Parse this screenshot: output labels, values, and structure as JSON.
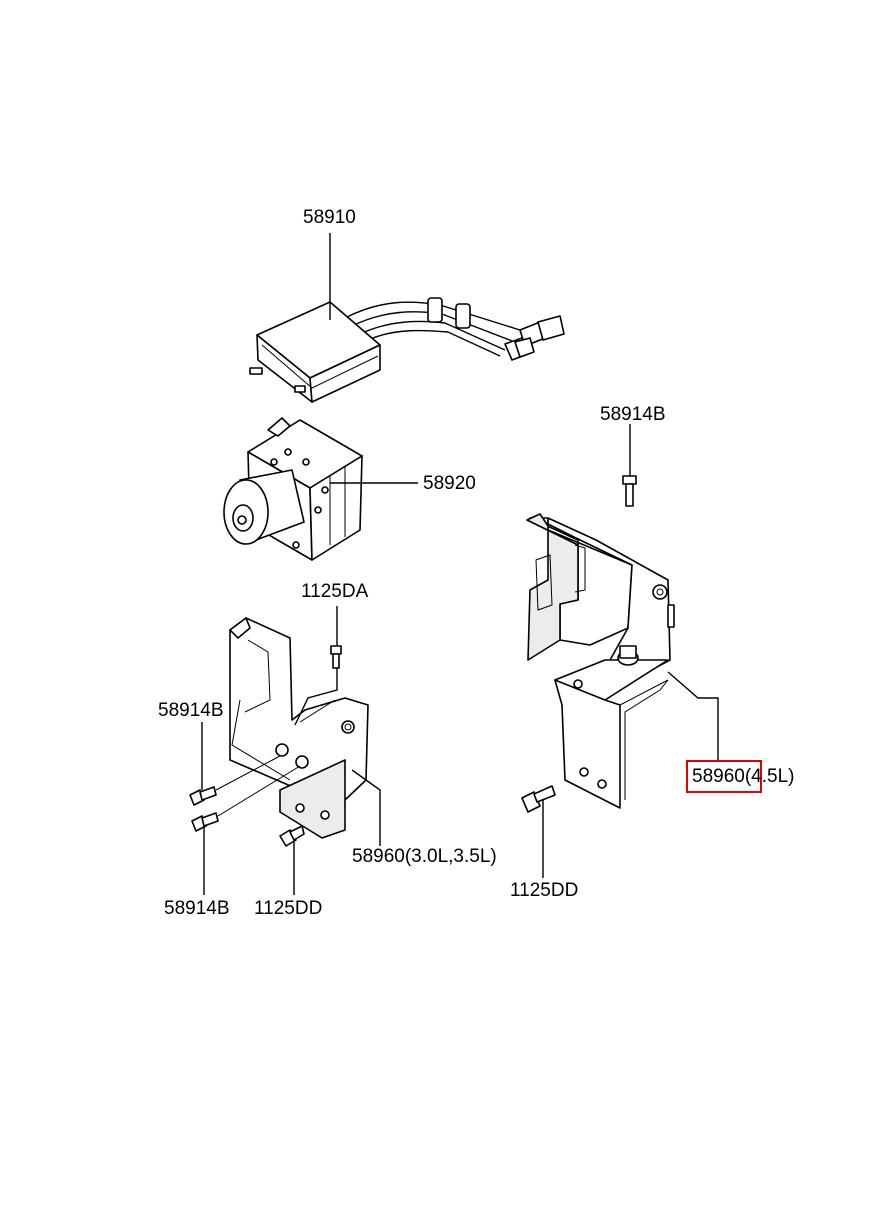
{
  "labels": {
    "hecu_module": "58910",
    "hydraulic_unit": "58920",
    "bolt_top_left": "1125DA",
    "bolt_right_top": "58914B",
    "bolt_left_upper": "58914B",
    "bolt_left_lower": "58914B",
    "bracket_left": "58960(3.0L,3.5L)",
    "bolt_left_bottom": "1125DD",
    "bolt_right_bottom": "1125DD",
    "bracket_right_part": "58960",
    "bracket_right_variant": "(4.5L)"
  },
  "highlight": {
    "part": "58960",
    "color": "#e00000"
  }
}
